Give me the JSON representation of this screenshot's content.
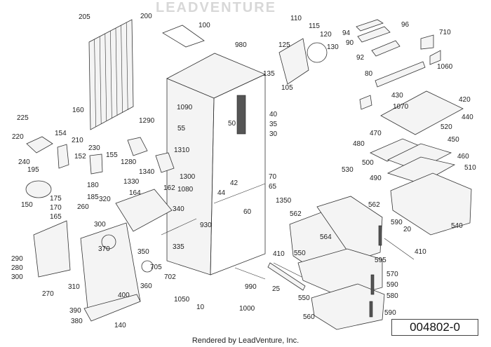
{
  "diagram": {
    "id_box": "004802-0",
    "footer": "Rendered by LeadVenture, Inc.",
    "watermark": "LEADVENTURE",
    "part_labels": [
      "205",
      "200",
      "100",
      "980",
      "110",
      "115",
      "120",
      "125",
      "130",
      "135",
      "105",
      "94",
      "96",
      "710",
      "90",
      "92",
      "1060",
      "80",
      "1070",
      "430",
      "420",
      "440",
      "40",
      "35",
      "30",
      "1090",
      "55",
      "50",
      "1290",
      "1310",
      "1280",
      "1340",
      "1300",
      "225",
      "160",
      "220",
      "154",
      "210",
      "230",
      "155",
      "152",
      "240",
      "195",
      "180",
      "185",
      "150",
      "175",
      "170",
      "165",
      "260",
      "300",
      "320",
      "1330",
      "164",
      "162",
      "1080",
      "340",
      "930",
      "335",
      "370",
      "350",
      "705",
      "702",
      "360",
      "290",
      "280",
      "300",
      "310",
      "270",
      "400",
      "390",
      "380",
      "140",
      "1050",
      "10",
      "1000",
      "990",
      "70",
      "65",
      "60",
      "44",
      "42",
      "1350",
      "562",
      "562",
      "564",
      "590",
      "20",
      "410",
      "410",
      "550",
      "595",
      "570",
      "590",
      "580",
      "590",
      "25",
      "550",
      "560",
      "540",
      "470",
      "480",
      "450",
      "460",
      "510",
      "520",
      "530",
      "500",
      "490"
    ]
  }
}
